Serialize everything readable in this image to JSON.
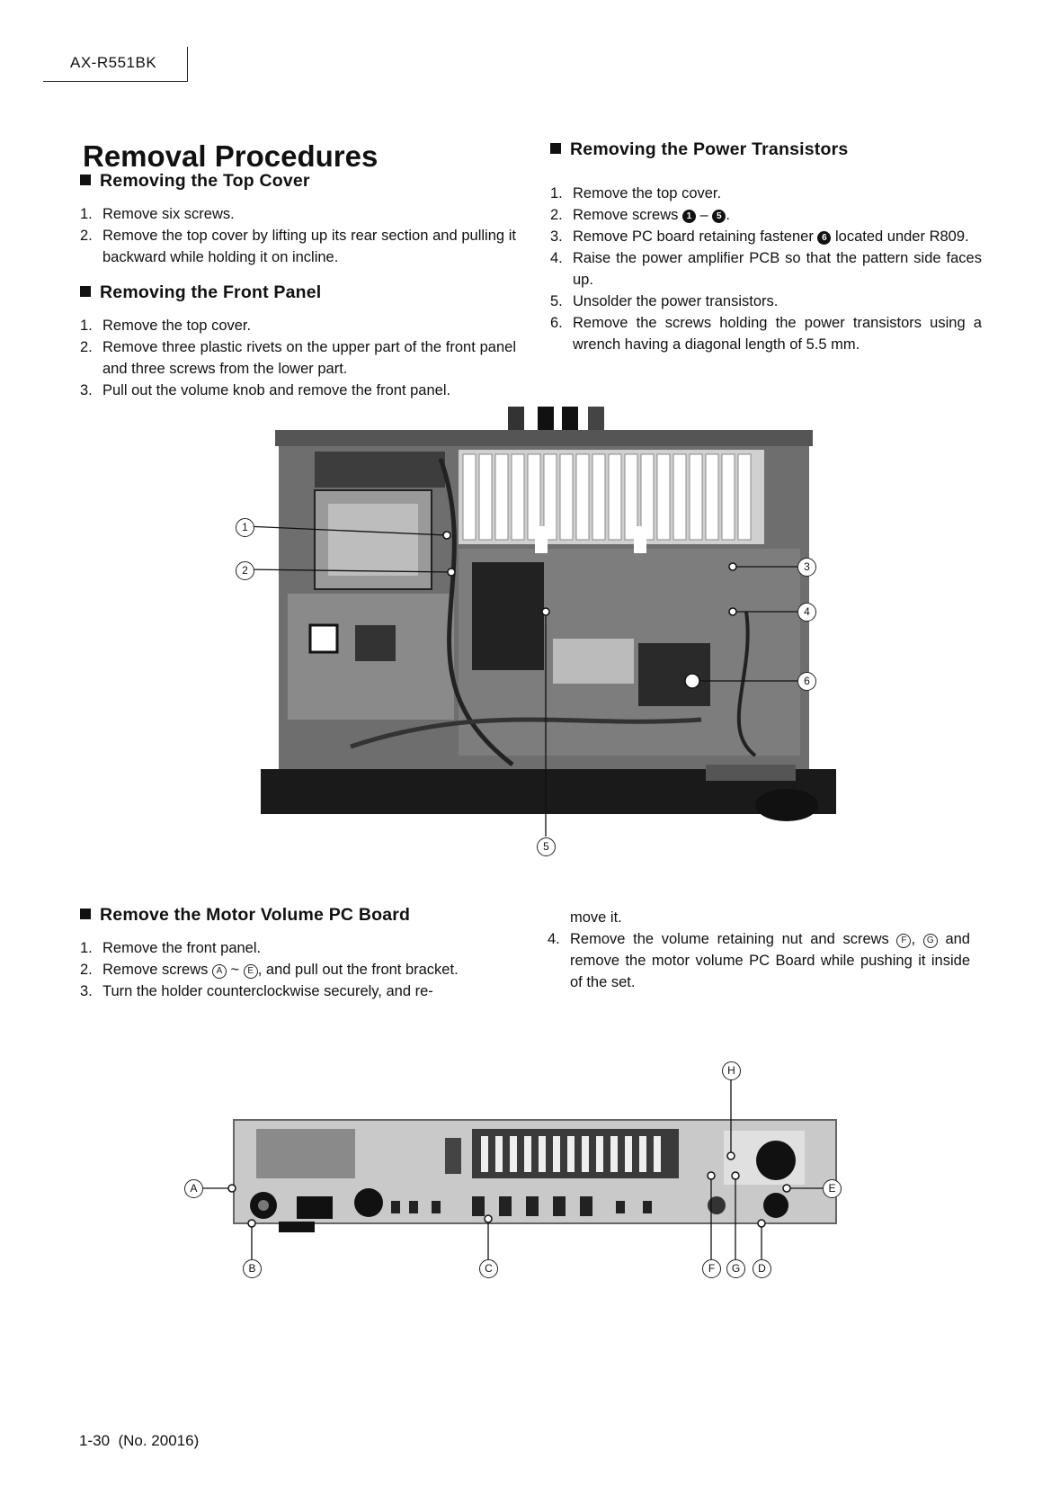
{
  "header": {
    "model": "AX-R551BK"
  },
  "title": "Removal Procedures",
  "sections": {
    "top_cover": {
      "heading": "Removing the Top Cover",
      "steps": [
        {
          "n": "1.",
          "text": "Remove six screws."
        },
        {
          "n": "2.",
          "text": "Remove the top cover by lifting up its rear section and pulling it backward while holding it on incline."
        }
      ]
    },
    "front_panel": {
      "heading": "Removing the Front Panel",
      "steps": [
        {
          "n": "1.",
          "text": "Remove the top cover."
        },
        {
          "n": "2.",
          "text": "Remove three plastic rivets on the upper part of the front panel and three screws from the lower part."
        },
        {
          "n": "3.",
          "text": "Pull out the volume knob and remove the front panel."
        }
      ]
    },
    "power_transistors": {
      "heading": "Removing the Power Transistors",
      "steps": [
        {
          "n": "1.",
          "text": "Remove the top cover."
        },
        {
          "n": "2.",
          "pre": "Remove screws ",
          "sym_a": "1",
          "mid": " – ",
          "sym_b": "5",
          "post": "."
        },
        {
          "n": "3.",
          "pre": "Remove PC board retaining fastener ",
          "sym": "6",
          "post": " located under R809."
        },
        {
          "n": "4.",
          "text": "Raise the power amplifier PCB so that the pattern side faces up."
        },
        {
          "n": "5.",
          "text": "Unsolder the power transistors."
        },
        {
          "n": "6.",
          "text": "Remove the screws holding the power transistors using a wrench having a diagonal length of 5.5 mm."
        }
      ]
    },
    "motor_volume": {
      "heading": "Remove the Motor Volume PC Board",
      "steps": [
        {
          "n": "1.",
          "text": "Remove the front panel."
        },
        {
          "n": "2.",
          "pre": "Remove screws ",
          "sym_a": "A",
          "mid": " ~ ",
          "sym_b": "E",
          "post": ", and pull out the front bracket."
        },
        {
          "n": "3.",
          "text": "Turn the holder counterclockwise securely, and re-"
        }
      ],
      "continuation": "move it.",
      "steps_right": [
        {
          "n": "4.",
          "pre": "Remove the volume retaining nut and screws ",
          "sym_a": "F",
          "mid": ", ",
          "sym_b": "G",
          "post": " and remove the motor volume PC Board while pushing it inside of the set."
        }
      ]
    }
  },
  "figure1": {
    "callouts": [
      "1",
      "2",
      "3",
      "4",
      "5",
      "6"
    ]
  },
  "figure2": {
    "callouts": [
      "H",
      "A",
      "E",
      "B",
      "C",
      "F",
      "G",
      "D"
    ]
  },
  "footer": {
    "page": "1-30  (No. 20016)"
  }
}
